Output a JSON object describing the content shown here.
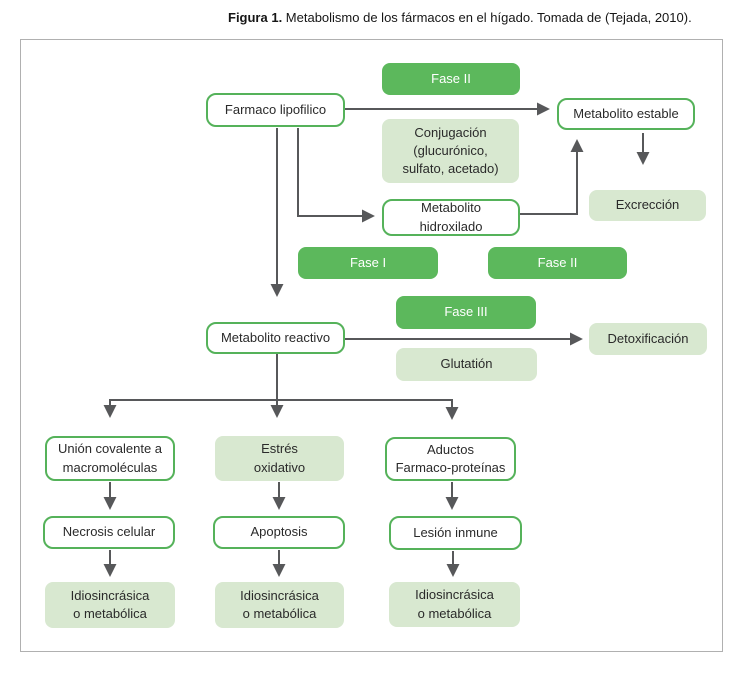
{
  "caption": {
    "prefix": "Figura 1.",
    "text": " Metabolismo de los fármacos en el hígado. Tomada de (Tejada, 2010)."
  },
  "colors": {
    "solid_green": "#5cb85c",
    "light_green": "#d8e8d0",
    "outline_green": "#55b25a",
    "arrow_gray": "#57585a",
    "border_gray": "#b0b0b0",
    "text_dark": "#2a2a2a"
  },
  "nodes": {
    "fase2_top": {
      "label": "Fase II",
      "type": "solid"
    },
    "farmaco_lipofilico": {
      "label": "Farmaco lipofilico",
      "type": "outline"
    },
    "metabolito_estable": {
      "label": "Metabolito estable",
      "type": "outline"
    },
    "conjugacion": {
      "label": "Conjugación\n(glucurónico,\nsulfato, acetado)",
      "type": "light"
    },
    "excrecion": {
      "label": "Excrección",
      "type": "light"
    },
    "metabolito_hidroxilado": {
      "label": "Metabolito\nhidroxilado",
      "type": "outline"
    },
    "fase1": {
      "label": "Fase I",
      "type": "solid"
    },
    "fase2_mid": {
      "label": "Fase II",
      "type": "solid"
    },
    "fase3": {
      "label": "Fase III",
      "type": "solid"
    },
    "metabolito_reactivo": {
      "label": "Metabolito reactivo",
      "type": "outline"
    },
    "glutation": {
      "label": "Glutatión",
      "type": "light"
    },
    "detoxificacion": {
      "label": "Detoxificación",
      "type": "light"
    },
    "union_covalente": {
      "label": "Unión covalente a\nmacromoléculas",
      "type": "outline"
    },
    "estres_oxidativo": {
      "label": "Estrés\noxidativo",
      "type": "light"
    },
    "aductos": {
      "label": "Aductos\nFarmaco-proteínas",
      "type": "outline"
    },
    "necrosis": {
      "label": "Necrosis celular",
      "type": "outline"
    },
    "apoptosis": {
      "label": "Apoptosis",
      "type": "outline"
    },
    "lesion_inmune": {
      "label": "Lesión inmune",
      "type": "outline"
    },
    "idio_left": {
      "label": "Idiosincrásica\no metabólica",
      "type": "light"
    },
    "idio_mid": {
      "label": "Idiosincrásica\no metabólica",
      "type": "light"
    },
    "idio_right": {
      "label": "Idiosincrásica\no metabólica",
      "type": "light"
    }
  }
}
